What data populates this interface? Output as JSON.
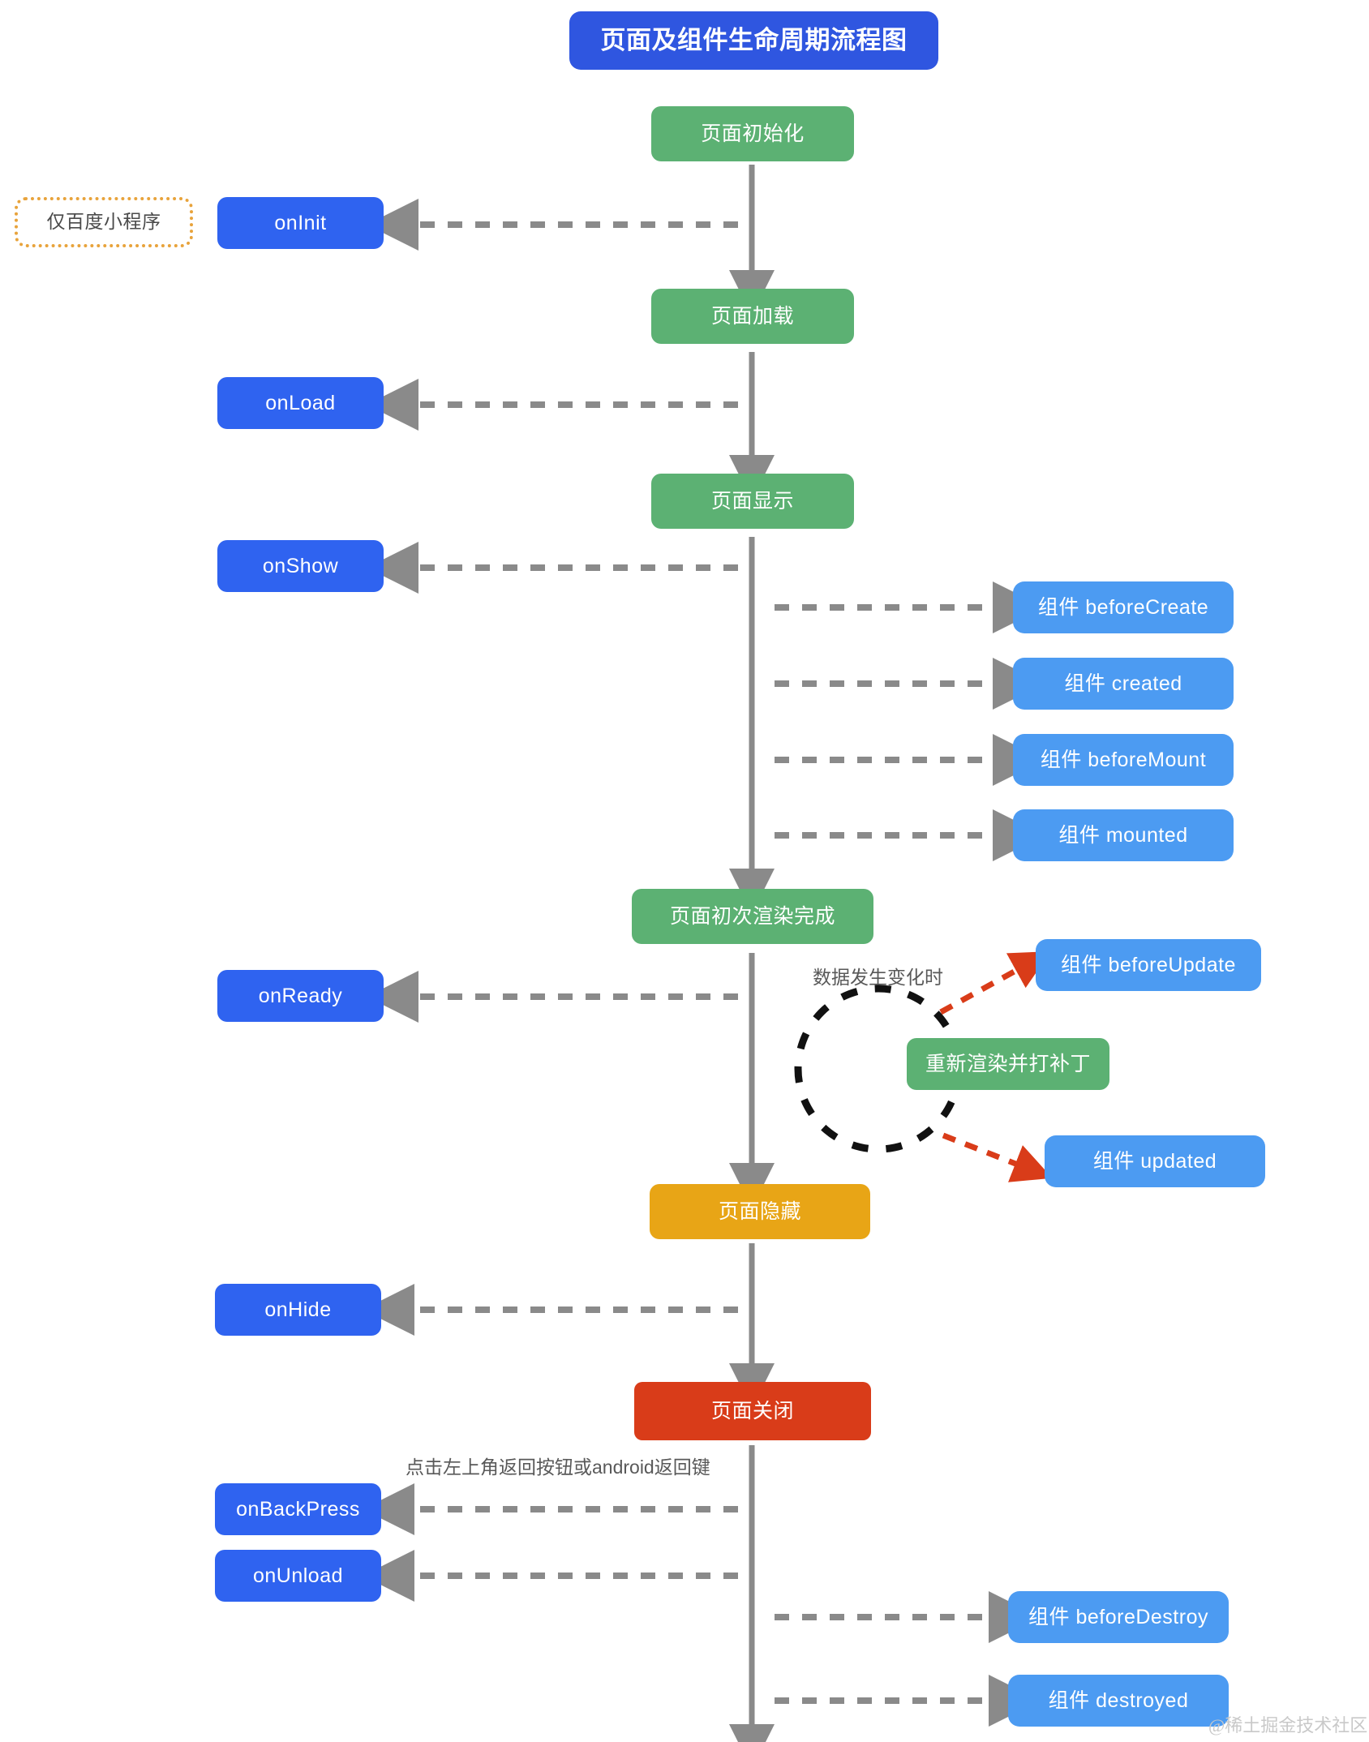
{
  "diagram": {
    "title": "页面及组件生命周期流程图",
    "watermark": "@稀土掘金技术社区",
    "colors": {
      "title_blue": "#2F56E0",
      "page_green": "#5CB173",
      "hook_blue": "#2F63F0",
      "component_blue": "#4C9BF2",
      "hide_orange": "#E8A516",
      "close_red": "#D93C19",
      "arrow_gray": "#8A8A8A",
      "update_red": "#D93C19",
      "note_border_orange": "#E8A33B"
    },
    "note": {
      "label": "仅百度小程序"
    },
    "labels": {
      "data_change": "数据发生变化时",
      "back_press": "点击左上角返回按钮或android返回键"
    },
    "stages": [
      {
        "id": "page-init",
        "label": "页面初始化"
      },
      {
        "id": "page-load",
        "label": "页面加载"
      },
      {
        "id": "page-show",
        "label": "页面显示"
      },
      {
        "id": "page-first-render",
        "label": "页面初次渲染完成"
      },
      {
        "id": "page-hide",
        "label": "页面隐藏"
      },
      {
        "id": "page-close",
        "label": "页面关闭"
      }
    ],
    "rerender": {
      "label": "重新渲染并打补丁"
    },
    "hooks": [
      {
        "id": "onInit",
        "label": "onInit"
      },
      {
        "id": "onLoad",
        "label": "onLoad"
      },
      {
        "id": "onShow",
        "label": "onShow"
      },
      {
        "id": "onReady",
        "label": "onReady"
      },
      {
        "id": "onHide",
        "label": "onHide"
      },
      {
        "id": "onBackPress",
        "label": "onBackPress"
      },
      {
        "id": "onUnload",
        "label": "onUnload"
      }
    ],
    "components": [
      {
        "id": "beforeCreate",
        "label": "组件 beforeCreate"
      },
      {
        "id": "created",
        "label": "组件 created"
      },
      {
        "id": "beforeMount",
        "label": "组件 beforeMount"
      },
      {
        "id": "mounted",
        "label": "组件 mounted"
      },
      {
        "id": "beforeUpdate",
        "label": "组件 beforeUpdate"
      },
      {
        "id": "updated",
        "label": "组件 updated"
      },
      {
        "id": "beforeDestroy",
        "label": "组件 beforeDestroy"
      },
      {
        "id": "destroyed",
        "label": "组件 destroyed"
      }
    ]
  }
}
